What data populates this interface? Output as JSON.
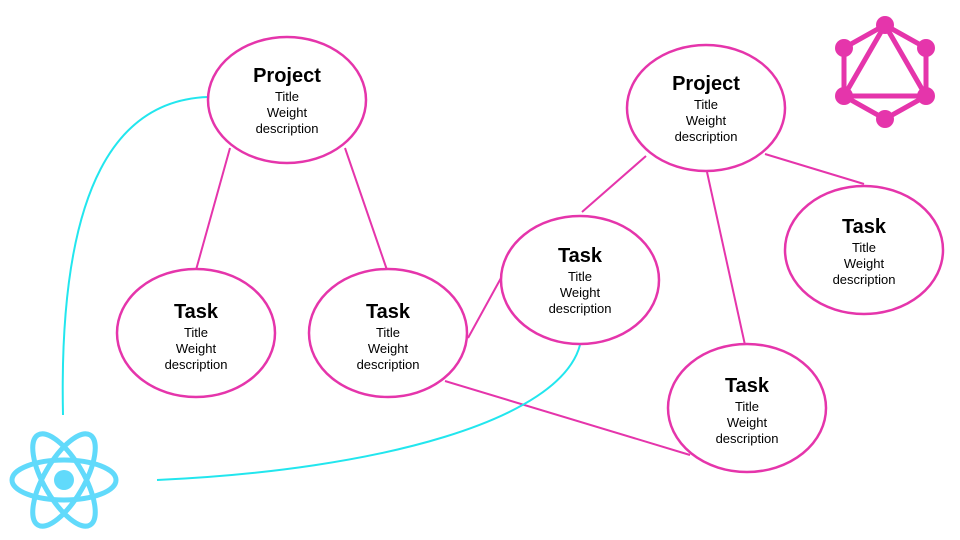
{
  "colors": {
    "graphql_pink": "#e535ab",
    "react_blue": "#61dafb",
    "connector_cyan": "#22e6ee"
  },
  "icons": {
    "top_right": "graphql-logo-icon",
    "bottom_left": "react-logo-icon"
  },
  "nodes": [
    {
      "id": "p1",
      "title": "Project",
      "fields": [
        "Title",
        "Weight",
        "description"
      ]
    },
    {
      "id": "t1",
      "title": "Task",
      "fields": [
        "Title",
        "Weight",
        "description"
      ]
    },
    {
      "id": "t2",
      "title": "Task",
      "fields": [
        "Title",
        "Weight",
        "description"
      ]
    },
    {
      "id": "p2",
      "title": "Project",
      "fields": [
        "Title",
        "Weight",
        "description"
      ]
    },
    {
      "id": "t3",
      "title": "Task",
      "fields": [
        "Title",
        "Weight",
        "description"
      ]
    },
    {
      "id": "t4",
      "title": "Task",
      "fields": [
        "Title",
        "Weight",
        "description"
      ]
    },
    {
      "id": "t5",
      "title": "Task",
      "fields": [
        "Title",
        "Weight",
        "description"
      ]
    }
  ],
  "edges": [
    {
      "from": "p1",
      "to": "t1"
    },
    {
      "from": "p1",
      "to": "t2"
    },
    {
      "from": "t2",
      "to": "t3"
    },
    {
      "from": "t2",
      "to": "t5"
    },
    {
      "from": "p2",
      "to": "t3"
    },
    {
      "from": "p2",
      "to": "t4"
    },
    {
      "from": "p2",
      "to": "t5"
    }
  ]
}
